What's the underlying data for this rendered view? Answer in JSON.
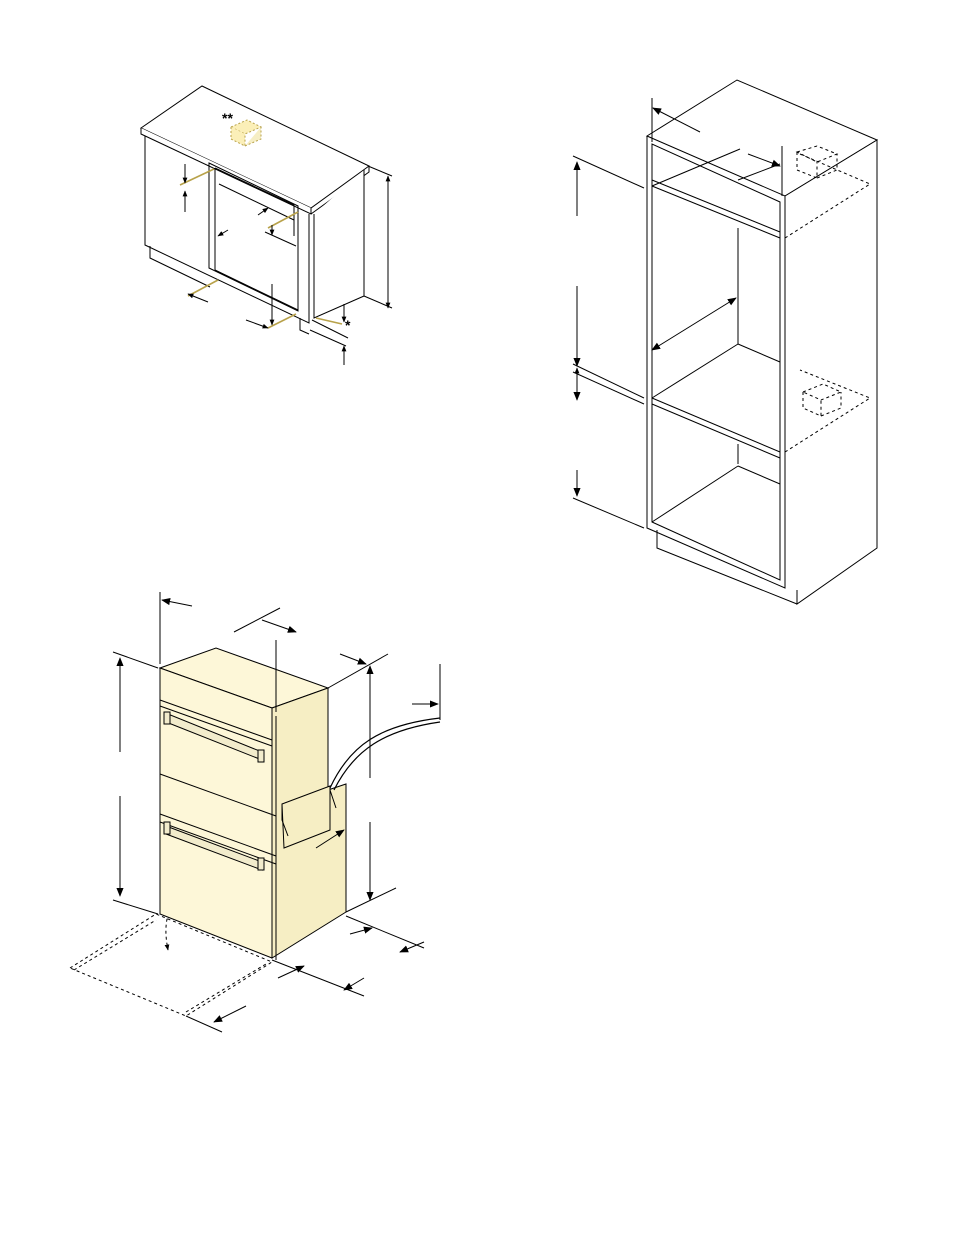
{
  "page": {
    "background": "#ffffff"
  },
  "colors": {
    "line": "#000000",
    "oven_fill": "#fdf7d8",
    "oven_side": "#f6eec4",
    "box_fill": "#fbefb8",
    "box_stroke": "#b8a24a",
    "guide_line": "#b8a24a",
    "hidden_line": "#000000"
  },
  "annotations": {
    "double_asterisk": "**",
    "single_asterisk": "*"
  },
  "figures": [
    {
      "id": "base-cabinet",
      "description_icon": "under-counter-cabinet-icon"
    },
    {
      "id": "tall-cabinet",
      "description_icon": "tall-oven-cabinet-icon"
    },
    {
      "id": "double-oven",
      "description_icon": "double-wall-oven-icon"
    }
  ]
}
